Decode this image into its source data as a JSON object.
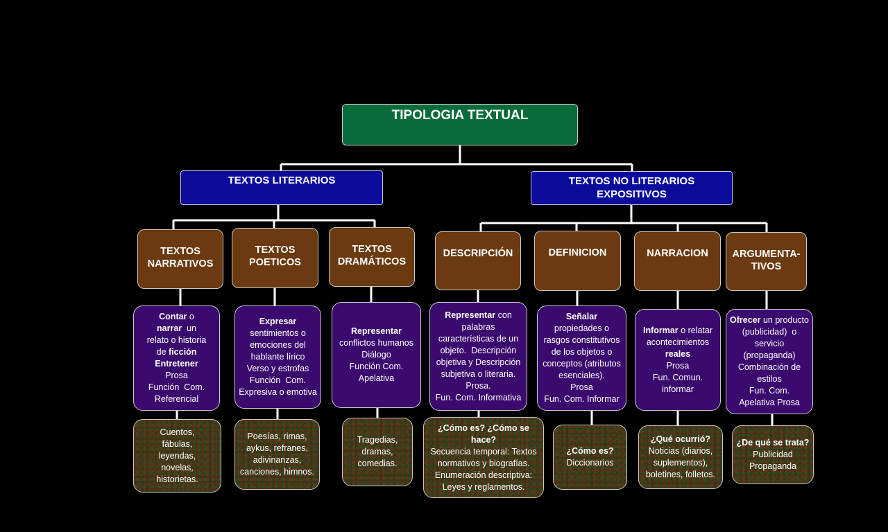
{
  "root": {
    "title": "TIPOLOGIA TEXTUAL"
  },
  "categories": {
    "literarios": {
      "lines": [
        "TEXTOS LITERARIOS"
      ]
    },
    "no_literarios": {
      "lines": [
        "TEXTOS NO LITERARIOS",
        "EXPOSITIVOS"
      ]
    }
  },
  "types": {
    "narrativos": [
      "TEXTOS",
      "NARRATIVOS"
    ],
    "poeticos": [
      "TEXTOS",
      "POETICOS"
    ],
    "dramaticos": [
      "TEXTOS",
      "DRAMÁTICOS"
    ],
    "descripcion": [
      "DESCRIPCIÓN"
    ],
    "definicion": [
      "DEFINICION"
    ],
    "narracion": [
      "NARRACION"
    ],
    "argumentativos": [
      "ARGUMENTA-",
      "TIVOS"
    ]
  },
  "descriptions": {
    "narrativos": [
      [
        {
          "t": "Contar",
          "b": true
        },
        {
          "t": " o"
        }
      ],
      [
        {
          "t": "narrar",
          "b": true
        },
        {
          "t": "  un"
        }
      ],
      [
        {
          "t": "relato o historia"
        }
      ],
      [
        {
          "t": "de "
        },
        {
          "t": "ficción",
          "b": true
        }
      ],
      [
        {
          "t": "Entretener",
          "b": true
        }
      ],
      [
        {
          "t": "Prosa"
        }
      ],
      [
        {
          "t": "Función  Com."
        }
      ],
      [
        {
          "t": "Referencial"
        }
      ]
    ],
    "poeticos": [
      [
        {
          "t": "Expresar",
          "b": true
        }
      ],
      [
        {
          "t": "sentimientos o"
        }
      ],
      [
        {
          "t": "emociones del"
        }
      ],
      [
        {
          "t": "hablante lírico"
        }
      ],
      [
        {
          "t": "Verso y estrofas"
        }
      ],
      [
        {
          "t": "Función  Com."
        }
      ],
      [
        {
          "t": "Expresiva o emotiva"
        }
      ]
    ],
    "dramaticos": [
      [
        {
          "t": "Representar",
          "b": true
        }
      ],
      [
        {
          "t": "conflictos humanos"
        }
      ],
      [
        {
          "t": "Diálogo"
        }
      ],
      [
        {
          "t": "Función Com."
        }
      ],
      [
        {
          "t": "Apelativa"
        }
      ]
    ],
    "descripcion": [
      [
        {
          "t": "Representar",
          "b": true
        },
        {
          "t": " con"
        }
      ],
      [
        {
          "t": "palabras"
        }
      ],
      [
        {
          "t": "características de un"
        }
      ],
      [
        {
          "t": "objeto.  Descripción"
        }
      ],
      [
        {
          "t": "objetiva y Descripción"
        }
      ],
      [
        {
          "t": "subjetiva o literaria."
        }
      ],
      [
        {
          "t": "Prosa."
        }
      ],
      [
        {
          "t": "Fun. Com. Informativa"
        }
      ]
    ],
    "definicion": [
      [
        {
          "t": "Señalar",
          "b": true
        }
      ],
      [
        {
          "t": "propiedades o"
        }
      ],
      [
        {
          "t": "rasgos constitutivos"
        }
      ],
      [
        {
          "t": "de los objetos o"
        }
      ],
      [
        {
          "t": "conceptos (atributos"
        }
      ],
      [
        {
          "t": "esenciales)."
        }
      ],
      [
        {
          "t": "Prosa"
        }
      ],
      [
        {
          "t": "Fun. Com. Informar"
        }
      ]
    ],
    "narracion": [
      [
        {
          "t": "Informar",
          "b": true
        },
        {
          "t": " o relatar"
        }
      ],
      [
        {
          "t": "acontecimientos"
        }
      ],
      [
        {
          "t": "reales",
          "b": true
        }
      ],
      [
        {
          "t": "Prosa"
        }
      ],
      [
        {
          "t": "Fun. Comun."
        }
      ],
      [
        {
          "t": "informar"
        }
      ]
    ],
    "argumentativos": [
      [
        {
          "t": "Ofrecer",
          "b": true
        },
        {
          "t": " un producto"
        }
      ],
      [
        {
          "t": "(publicidad)  o"
        }
      ],
      [
        {
          "t": "servicio"
        }
      ],
      [
        {
          "t": "(propaganda)"
        }
      ],
      [
        {
          "t": "Combinación de"
        }
      ],
      [
        {
          "t": "estilos"
        }
      ],
      [
        {
          "t": "Fun. Com."
        }
      ],
      [
        {
          "t": "Apelativa Prosa"
        }
      ]
    ]
  },
  "examples": {
    "narrativos": [
      [
        {
          "t": "Cuentos,"
        }
      ],
      [
        {
          "t": "fábulas,"
        }
      ],
      [
        {
          "t": "leyendas,"
        }
      ],
      [
        {
          "t": "novelas,"
        }
      ],
      [
        {
          "t": "historietas."
        }
      ]
    ],
    "poeticos": [
      [
        {
          "t": "Poesías, rimas,"
        }
      ],
      [
        {
          "t": "aykus, refranes,"
        }
      ],
      [
        {
          "t": "adivinanzas,"
        }
      ],
      [
        {
          "t": "canciones, himnos."
        }
      ]
    ],
    "dramaticos": [
      [
        {
          "t": "Tragedias,"
        }
      ],
      [
        {
          "t": "dramas,"
        }
      ],
      [
        {
          "t": "comedias."
        }
      ]
    ],
    "descripcion": [
      [
        {
          "t": "¿Cómo es? ¿Cómo se",
          "b": true
        }
      ],
      [
        {
          "t": "hace?",
          "b": true
        }
      ],
      [
        {
          "t": "Secuencia temporal: Textos"
        }
      ],
      [
        {
          "t": "normativos y biografías."
        }
      ],
      [
        {
          "t": "Enumeración descriptiva:"
        }
      ],
      [
        {
          "t": "Leyes y reglamentos."
        }
      ]
    ],
    "definicion": [
      [
        {
          "t": "¿Cómo es?",
          "b": true
        }
      ],
      [
        {
          "t": "Diccionarios"
        }
      ]
    ],
    "narracion": [
      [
        {
          "t": "¿Qué ocurrió?",
          "b": true
        }
      ],
      [
        {
          "t": "Noticias (diarios,"
        }
      ],
      [
        {
          "t": "suplementos),"
        }
      ],
      [
        {
          "t": "boletines, folletos."
        }
      ]
    ],
    "argumentativos": [
      [
        {
          "t": "¿De qué se trata?",
          "b": true
        }
      ],
      [
        {
          "t": "Publicidad"
        }
      ],
      [
        {
          "t": "Propaganda"
        }
      ]
    ]
  }
}
